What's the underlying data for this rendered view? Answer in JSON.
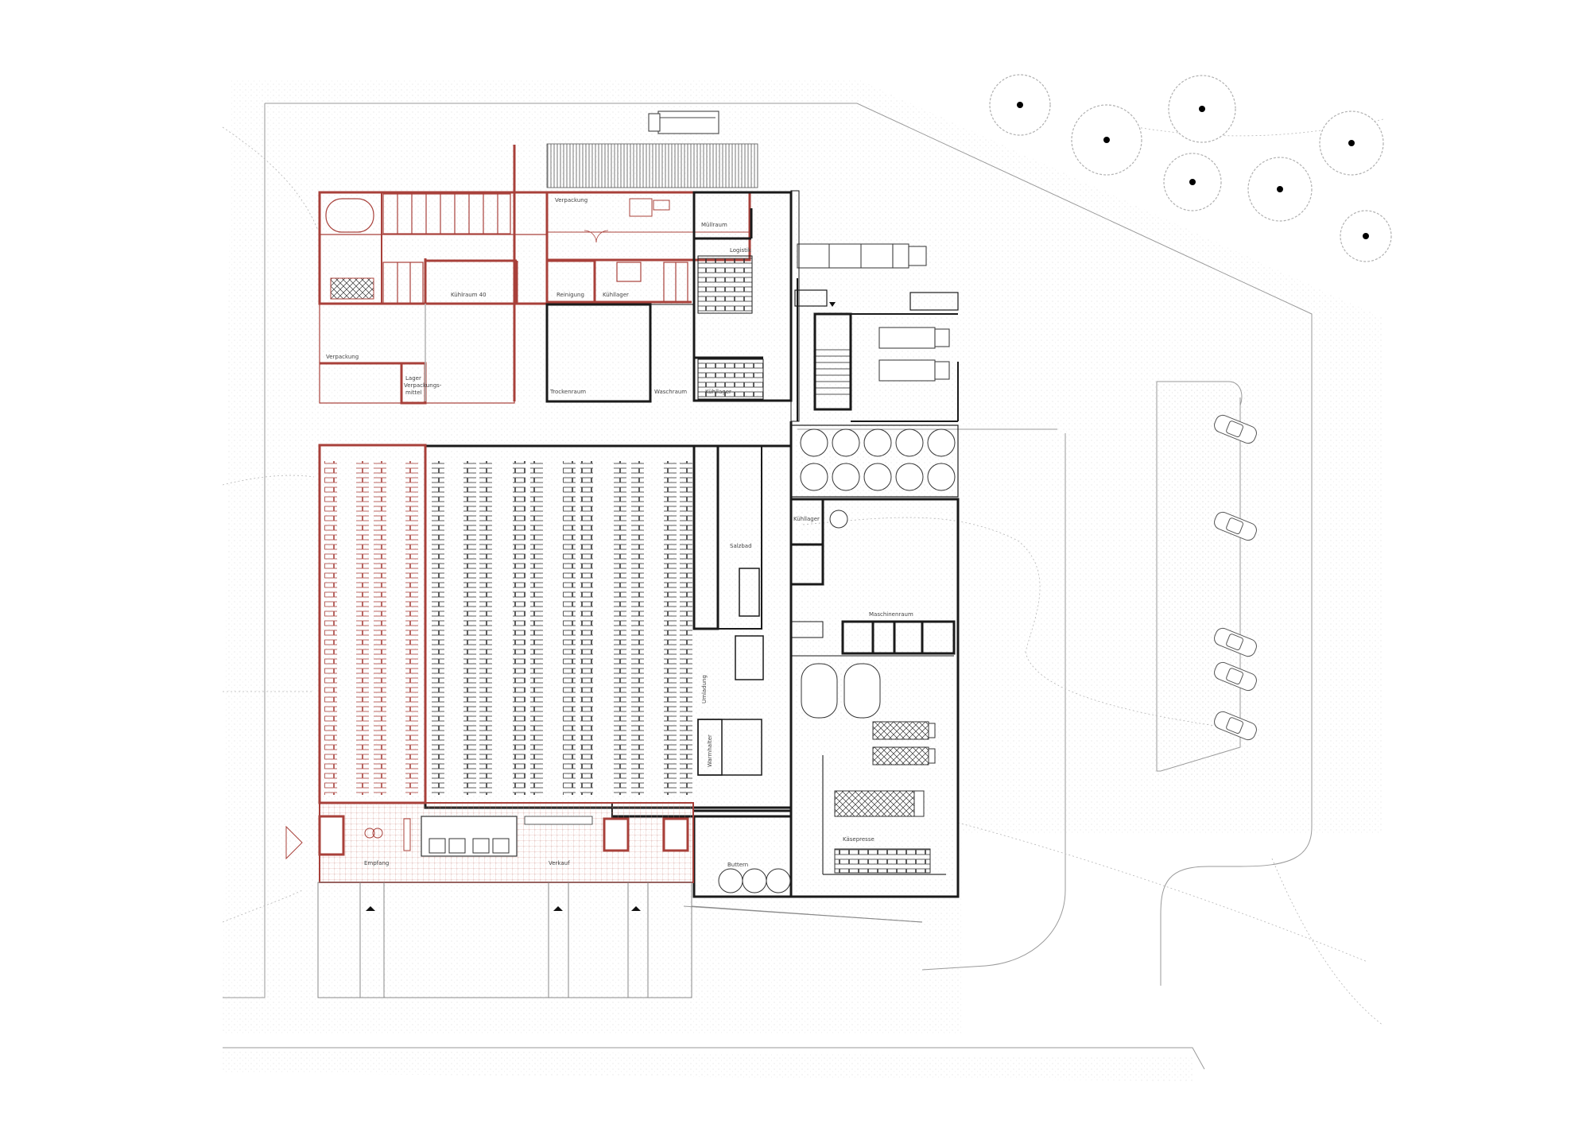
{
  "colors": {
    "existing_wall": "#1a1a1a",
    "new_wall": "#a8403a",
    "new_fill": "#f6ded9",
    "site_line": "#9a9a9a",
    "stipple": "#c9c9c9",
    "tree_dot": "#000000"
  },
  "rooms": {
    "verpackung_top": "Verpackung",
    "muellraum": "Müllraum",
    "logistik": "Logistik",
    "kuehlraum": "Kühlraum 40",
    "reinigung": "Reinigung",
    "kuehllager_top": "Kühllager",
    "verpackung_left": "Verpackung",
    "lager_1": "Lager",
    "lager_2": "Verpackungs-",
    "lager_3": "mittel",
    "trockenraum": "Trockenraum",
    "waschraum": "Waschraum",
    "kuehllager_mid": "Kühllager",
    "salzbad": "Salzbad",
    "kuehllager_right": "Kühllager",
    "maschinenraum": "Maschinenraum",
    "umlaedung": "Umladung",
    "warmhalter": "Warmhalter",
    "kaesepresse": "Käsepresse",
    "buttern": "Buttern",
    "empfang": "Empfang",
    "verkauf": "Verkauf"
  },
  "icons": {
    "truck": "truck-icon",
    "car": "car-icon",
    "tree": "tree-icon",
    "entrance": "entrance-triangle-icon",
    "stairs": "stairs-icon",
    "door": "door-swing-icon"
  }
}
